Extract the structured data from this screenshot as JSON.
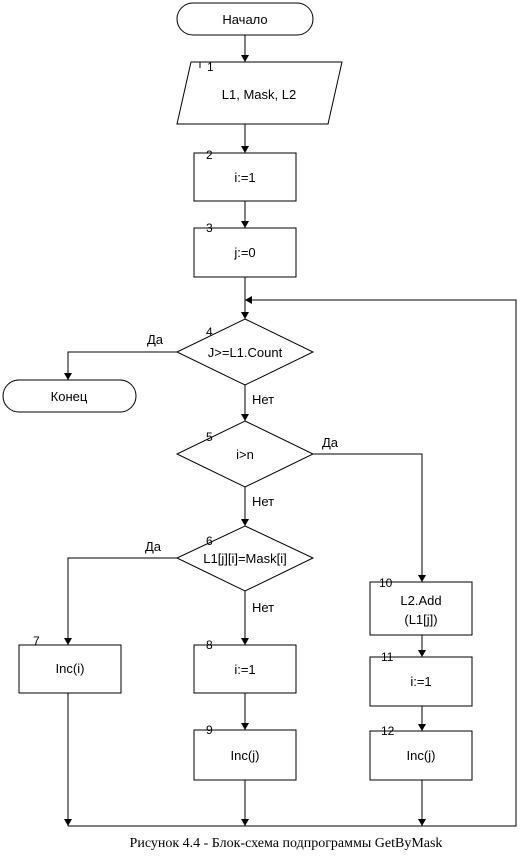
{
  "figure": {
    "caption": "Рисунок 4.4 - Блок-схема подпрограммы GetByMask"
  },
  "blocks": {
    "start": "Начало",
    "end": "Конец",
    "b1": {
      "num": "1",
      "text": "L1, Mask, L2"
    },
    "b2": {
      "num": "2",
      "text": "i:=1"
    },
    "b3": {
      "num": "3",
      "text": "j:=0"
    },
    "b4": {
      "num": "4",
      "text": "J>=L1.Count"
    },
    "b5": {
      "num": "5",
      "text": "i>n"
    },
    "b6": {
      "num": "6",
      "text": "L1[j][i]=Mask[i]"
    },
    "b7": {
      "num": "7",
      "text": "Inc(i)"
    },
    "b8": {
      "num": "8",
      "text": "i:=1"
    },
    "b9": {
      "num": "9",
      "text": "Inc(j)"
    },
    "b10": {
      "num": "10",
      "line1": "L2.Add",
      "line2": "(L1[j])"
    },
    "b11": {
      "num": "11",
      "text": "i:=1"
    },
    "b12": {
      "num": "12",
      "text": "Inc(j)"
    }
  },
  "labels": {
    "yes": "Да",
    "no": "Нет"
  }
}
